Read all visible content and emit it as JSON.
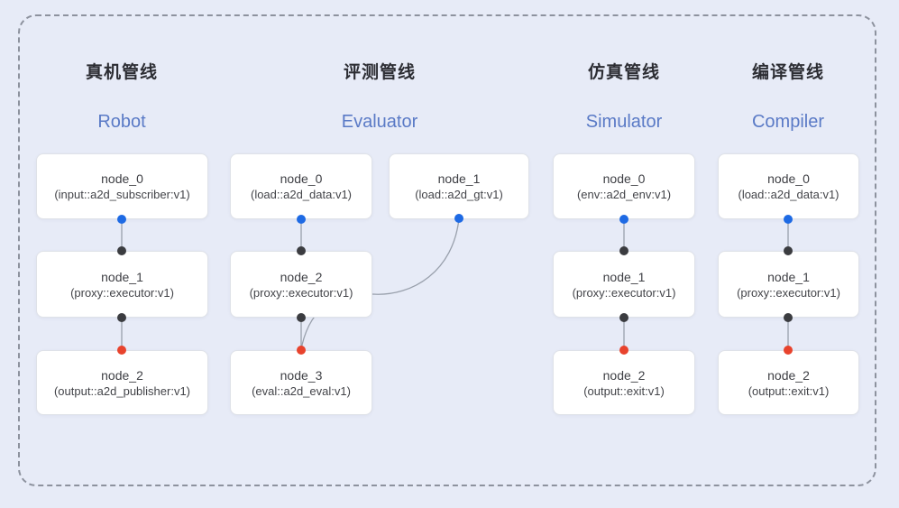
{
  "diagram": {
    "type": "pipeline-node-graph",
    "colors": {
      "background": "#e7ebf7",
      "frame_border": "#8d929e",
      "node_background": "#ffffff",
      "node_border": "#dfe2e8",
      "title_zh_color": "#2c2d33",
      "title_en_color": "#5a7ac6",
      "connector": "#99a0ac",
      "blue_port_dot": "#1e6ae4",
      "dark_port_dot": "#3b3c40",
      "red_port_dot": "#e8432d"
    }
  },
  "pipelines": [
    {
      "id": "robot",
      "title_zh": "真机管线",
      "title_en": "Robot",
      "nodes": [
        {
          "name": "node_0",
          "detail": "(input::a2d_subscriber:v1)"
        },
        {
          "name": "node_1",
          "detail": "(proxy::executor:v1)"
        },
        {
          "name": "node_2",
          "detail": "(output::a2d_publisher:v1)"
        }
      ],
      "edges": [
        "node_0 -> node_1",
        "node_1 -> node_2"
      ]
    },
    {
      "id": "evaluator",
      "title_zh": "评测管线",
      "title_en": "Evaluator",
      "nodes": [
        {
          "name": "node_0",
          "detail": "(load::a2d_data:v1)"
        },
        {
          "name": "node_1",
          "detail": "(load::a2d_gt:v1)"
        },
        {
          "name": "node_2",
          "detail": "(proxy::executor:v1)"
        },
        {
          "name": "node_3",
          "detail": "(eval::a2d_eval:v1)"
        }
      ],
      "edges": [
        "node_0 -> node_2",
        "node_2 -> node_3",
        "node_1 -> node_3"
      ]
    },
    {
      "id": "simulator",
      "title_zh": "仿真管线",
      "title_en": "Simulator",
      "nodes": [
        {
          "name": "node_0",
          "detail": "(env::a2d_env:v1)"
        },
        {
          "name": "node_1",
          "detail": "(proxy::executor:v1)"
        },
        {
          "name": "node_2",
          "detail": "(output::exit:v1)"
        }
      ],
      "edges": [
        "node_0 -> node_1",
        "node_1 -> node_2"
      ]
    },
    {
      "id": "compiler",
      "title_zh": "编译管线",
      "title_en": "Compiler",
      "nodes": [
        {
          "name": "node_0",
          "detail": "(load::a2d_data:v1)"
        },
        {
          "name": "node_1",
          "detail": "(proxy::executor:v1)"
        },
        {
          "name": "node_2",
          "detail": "(output::exit:v1)"
        }
      ],
      "edges": [
        "node_0 -> node_1",
        "node_1 -> node_2"
      ]
    }
  ]
}
